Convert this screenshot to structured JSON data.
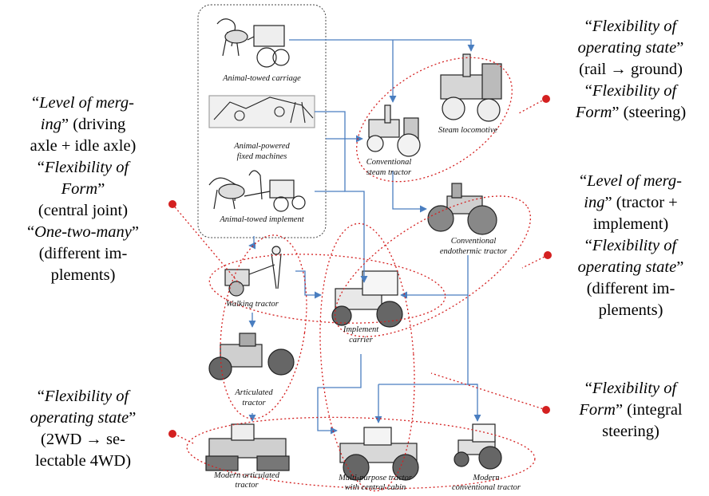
{
  "nodes": {
    "animal_towed_carriage": "Animal-towed carriage",
    "animal_powered_fixed_1": "Animal-powered",
    "animal_powered_fixed_2": "fixed machines",
    "animal_towed_implement": "Animal-towed implement",
    "steam_locomotive": "Steam locomotive",
    "conv_steam_tractor_1": "Conventional",
    "conv_steam_tractor_2": "steam tractor",
    "conv_endothermic_1": "Conventional",
    "conv_endothermic_2": "endothermic tractor",
    "walking_tractor": "Walking tractor",
    "implement_carrier_1": "Implement",
    "implement_carrier_2": "carrier",
    "articulated_tractor_1": "Articulated",
    "articulated_tractor_2": "tractor",
    "modern_articulated_1": "Modern articulated",
    "modern_articulated_2": "tractor",
    "multipurpose_1": "Multi-purpose tractor",
    "multipurpose_2": "with central cabin",
    "modern_conventional_1": "Modern",
    "modern_conventional_2": "conventional tractor"
  },
  "annotations": {
    "top_right": {
      "q1": "Flexibility of",
      "q1b": "operating state",
      "q1c": "(rail → ground)",
      "q2": "Flexibility of",
      "q2b": "Form",
      "q2c": " (steering)"
    },
    "mid_right": {
      "a": "Level of merg-",
      "b": "ing",
      "c": " (tractor +",
      "d": "implement)",
      "e": "Flexibility of",
      "f": "operating state",
      "g": "(different im-",
      "h": "plements)"
    },
    "bottom_right": {
      "a": "Flexibility of",
      "b": "Form",
      "c": " (integral",
      "d": "steering)"
    },
    "top_left": {
      "a": "Level of merg-",
      "b": "ing",
      "c": " (driving",
      "d": "axle + idle axle)",
      "e": "Flexibility of",
      "f": "Form",
      "g": "(central joint)",
      "h": "One-two-many",
      "i": "(different im-",
      "j": "plements)"
    },
    "bottom_left": {
      "a": "Flexibility of",
      "b": "operating state",
      "c": "(2WD → se-",
      "d": "lectable 4WD)"
    }
  },
  "colors": {
    "arrow": "#4a7ec0",
    "dotted_red": "#d42020",
    "box": "#444444"
  }
}
